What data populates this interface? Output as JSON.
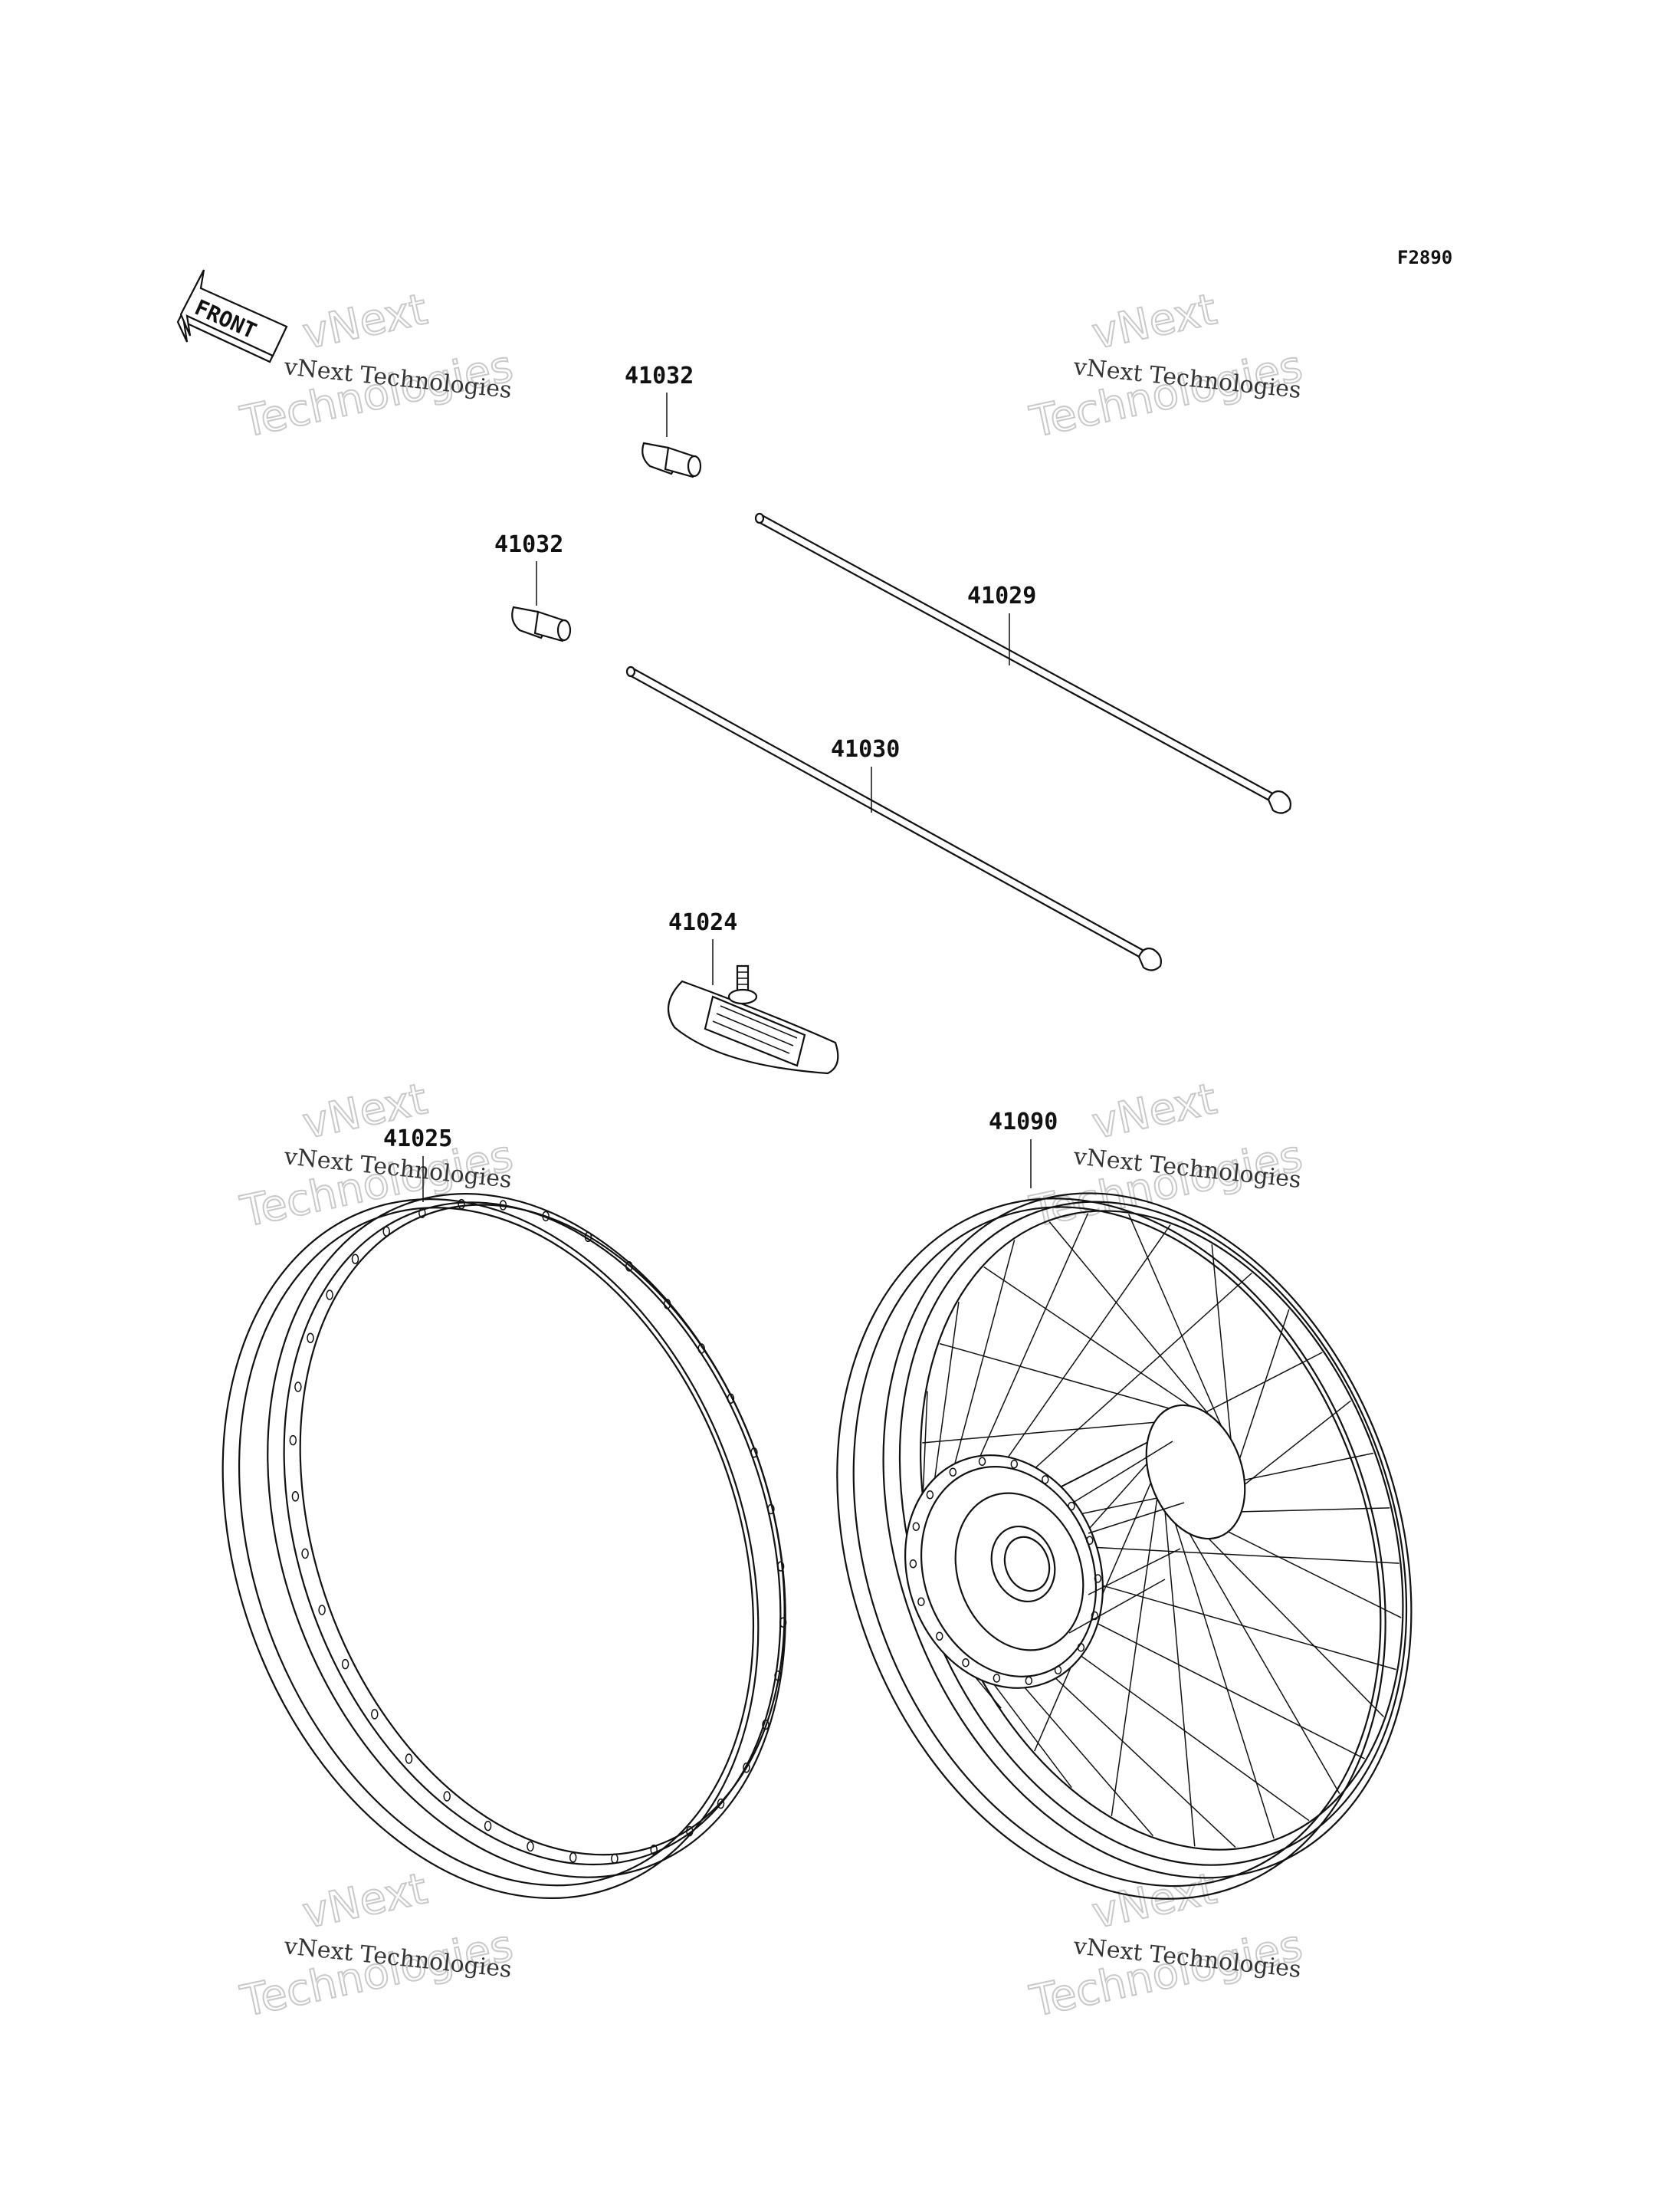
{
  "figure_code": "F2890",
  "front_arrow_text": "FRONT",
  "watermark": {
    "line1": "vNext",
    "line2": "Technologies",
    "small": "vNext Technologies"
  },
  "parts": [
    {
      "id": "valve-top",
      "number": "41032"
    },
    {
      "id": "valve-mid",
      "number": "41032"
    },
    {
      "id": "spoke-upper",
      "number": "41029"
    },
    {
      "id": "spoke-lower",
      "number": "41030"
    },
    {
      "id": "rim-band",
      "number": "41024"
    },
    {
      "id": "rim",
      "number": "41025"
    },
    {
      "id": "wheel-assembly",
      "number": "41090"
    }
  ]
}
